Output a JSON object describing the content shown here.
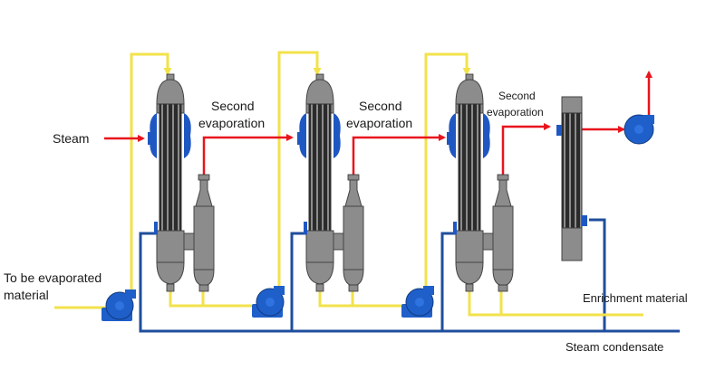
{
  "labels": {
    "steam": "Steam",
    "feed_line1": "To be evaporated",
    "feed_line2": "material",
    "second_evap1_line1": "Second",
    "second_evap1_line2": "evaporation",
    "second_evap2_line1": "Second",
    "second_evap2_line2": "evaporation",
    "second_evap3_line1": "Second",
    "second_evap3_line2": "evaporation",
    "enrichment": "Enrichment material",
    "condensate": "Steam condensate"
  },
  "colors": {
    "feed_line": "#f2e24b",
    "steam_line": "#e8141c",
    "condensate_line": "#1f4e9c",
    "pump": "#1f5fc9",
    "vessel": "#8c8c8c",
    "tube_bundle": "#2b2b2b",
    "jacket": "#1f57c2"
  },
  "icons": {
    "pump": "centrifugal-pump-icon",
    "evaporator": "evaporator-column-icon",
    "separator": "separator-vessel-icon",
    "condenser": "condenser-icon"
  }
}
